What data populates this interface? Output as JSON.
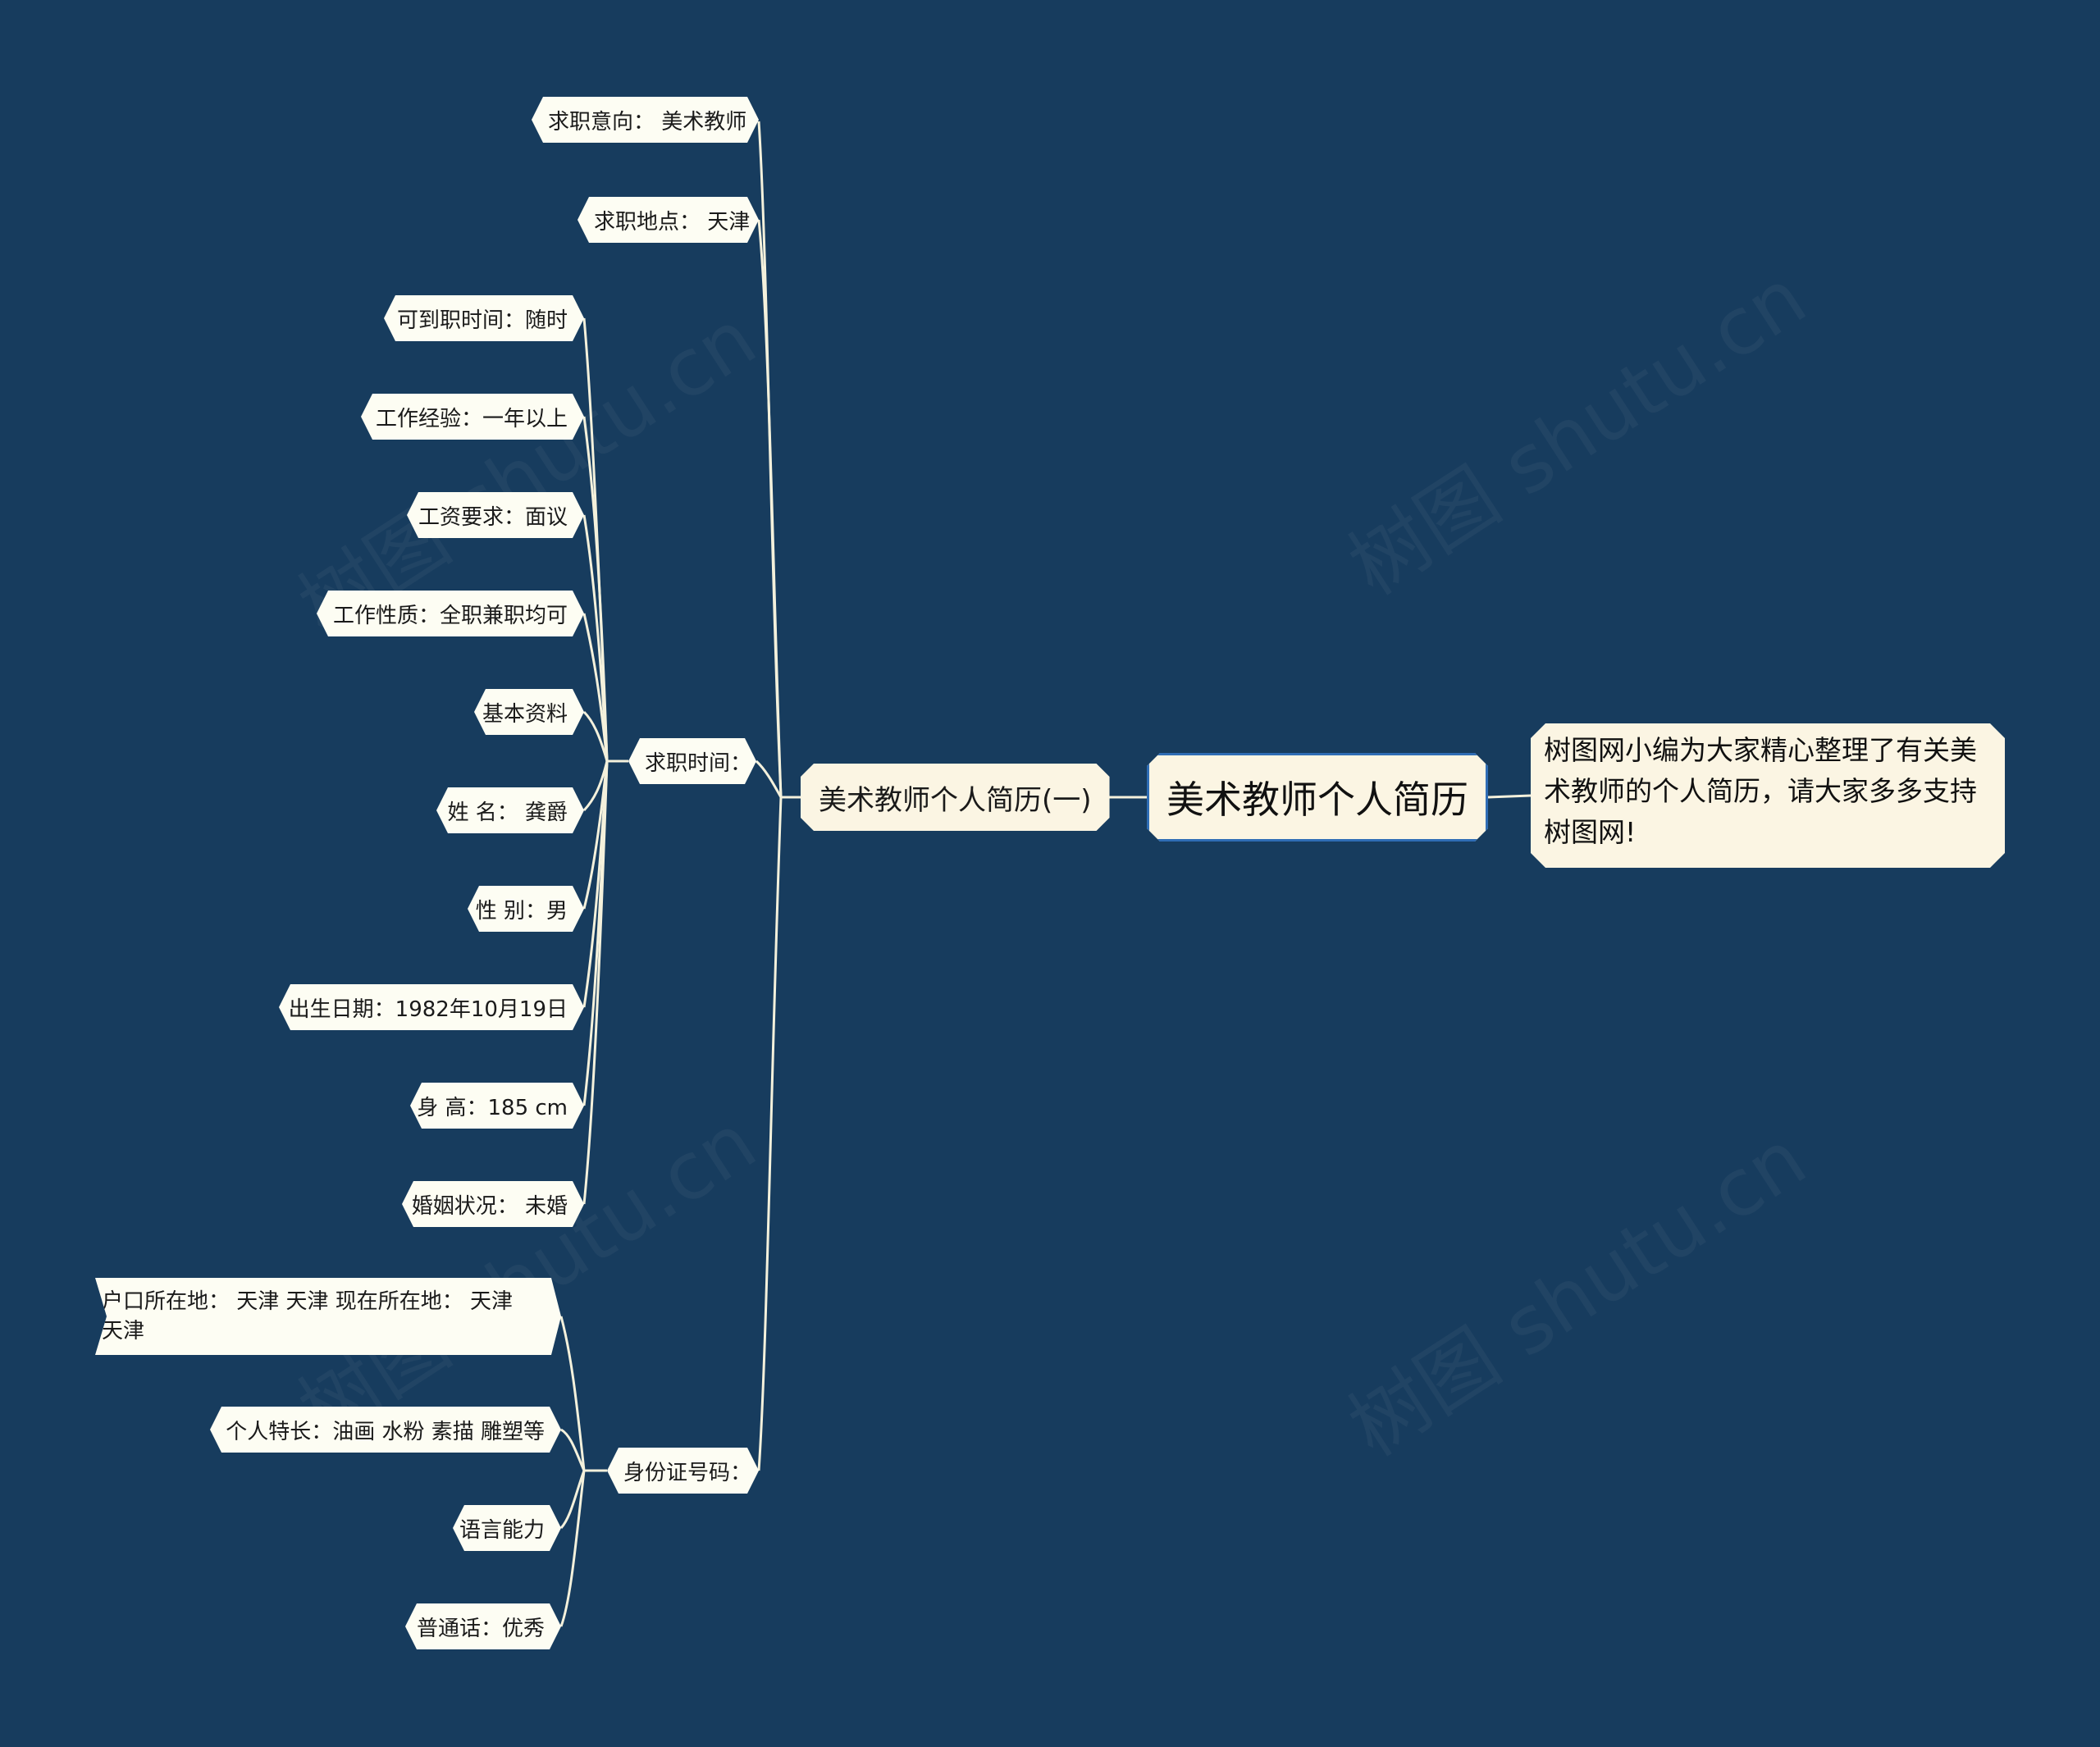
{
  "root": {
    "label": "美术教师个人简历"
  },
  "note": {
    "text": "树图网小编为大家精心整理了有关美术教师的个人简历，请大家多多支持树图网!"
  },
  "branch": {
    "label": "美术教师个人简历(一)"
  },
  "items": {
    "job_intent": "求职意向： 美术教师",
    "job_location": "求职地点： 天津",
    "job_time": "求职时间：",
    "id_number": "身份证号码："
  },
  "job_time_children": [
    "可到职时间：随时",
    "工作经验：一年以上",
    "工资要求：面议",
    "工作性质：全职兼职均可",
    "基本资料",
    "姓 名： 龚爵",
    "性 别：男",
    "出生日期：1982年10月19日",
    "身 高：185 cm",
    "婚姻状况： 未婚"
  ],
  "id_children": [
    "户口所在地： 天津 天津 现在所在地： 天津 天津",
    "个人特长：油画 水粉 素描 雕塑等",
    "语言能力",
    "普通话：优秀"
  ],
  "colors": {
    "background": "#173c5e",
    "node": "#fdfdf3",
    "root_border": "#2f6db5",
    "line": "#f4f1dc"
  }
}
